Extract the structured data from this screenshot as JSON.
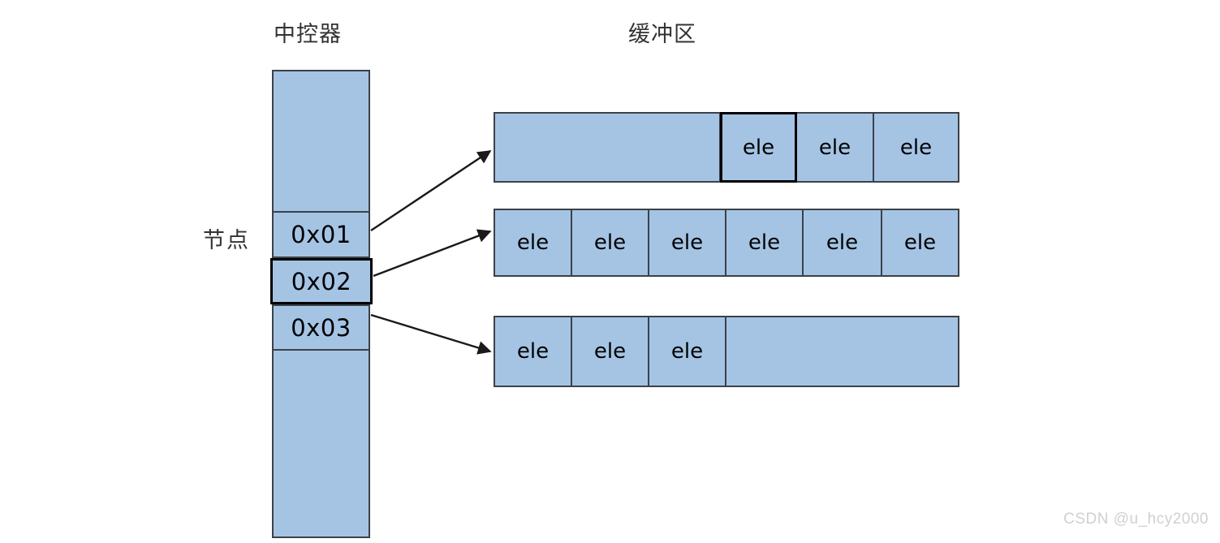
{
  "headings": {
    "controller": "中控器",
    "buffer": "缓冲区"
  },
  "labels": {
    "node": "节点"
  },
  "colors": {
    "cell_fill": "#a5c4e4",
    "cell_border": "#3b4148",
    "highlight_border": "#000000",
    "background": "#ffffff",
    "watermark": "#d0d0d0"
  },
  "controller": {
    "cells": [
      {
        "label": "0x01",
        "highlighted": false
      },
      {
        "label": "0x02",
        "highlighted": true
      },
      {
        "label": "0x03",
        "highlighted": false
      }
    ]
  },
  "buffer": {
    "rows": [
      {
        "name": "buffer-row-0x01",
        "segments": [
          {
            "kind": "empty",
            "label": ""
          },
          {
            "kind": "element",
            "label": "ele",
            "highlighted": true
          },
          {
            "kind": "element",
            "label": "ele",
            "highlighted": false
          },
          {
            "kind": "element",
            "label": "ele",
            "highlighted": false
          }
        ]
      },
      {
        "name": "buffer-row-0x02",
        "segments": [
          {
            "kind": "element",
            "label": "ele",
            "highlighted": false
          },
          {
            "kind": "element",
            "label": "ele",
            "highlighted": false
          },
          {
            "kind": "element",
            "label": "ele",
            "highlighted": false
          },
          {
            "kind": "element",
            "label": "ele",
            "highlighted": false
          },
          {
            "kind": "element",
            "label": "ele",
            "highlighted": false
          },
          {
            "kind": "element",
            "label": "ele",
            "highlighted": false
          }
        ]
      },
      {
        "name": "buffer-row-0x03",
        "segments": [
          {
            "kind": "element",
            "label": "ele",
            "highlighted": false
          },
          {
            "kind": "element",
            "label": "ele",
            "highlighted": false
          },
          {
            "kind": "element",
            "label": "ele",
            "highlighted": false
          },
          {
            "kind": "empty",
            "label": ""
          }
        ]
      }
    ]
  },
  "connectors": [
    {
      "from": "0x01",
      "to": "buffer-row-0x01"
    },
    {
      "from": "0x02",
      "to": "buffer-row-0x02"
    },
    {
      "from": "0x03",
      "to": "buffer-row-0x03"
    }
  ],
  "watermark": "CSDN @u_hcy2000"
}
